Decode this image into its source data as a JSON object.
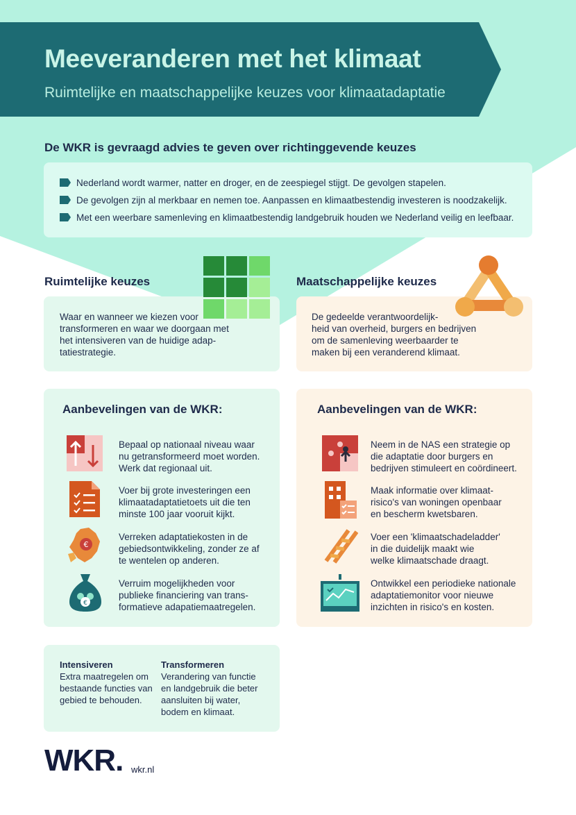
{
  "header": {
    "title": "Meeveranderen met het klimaat",
    "subtitle": "Ruimtelijke en maatschappelijke keuzes voor klimaatadaptatie"
  },
  "intro": {
    "heading": "De WKR is gevraagd advies te geven over richtinggevende keuzes",
    "bullets": [
      "Nederland wordt warmer, natter en droger, en de zeespiegel stijgt. De gevolgen stapelen.",
      "De gevolgen zijn al merkbaar en nemen toe. Aanpassen en klimaatbestendig investeren is noodzakelijk.",
      "Met een weerbare samenleving en klimaatbestendig landgebruik houden we Nederland veilig en leefbaar."
    ]
  },
  "spatial": {
    "heading": "Ruimtelijke keuzes",
    "lines": [
      "Waar en wanneer we kiezen voor",
      "transformeren en waar we doorgaan met",
      "het intensiveren van de huidige adap-",
      "tatiestrategie."
    ],
    "reco_title": "Aanbevelingen van de WKR:",
    "recos": [
      {
        "icon": "arrows-up-down-icon",
        "lines": [
          "Bepaal op nationaal niveau waar",
          "nu getransformeerd moet worden.",
          "Werk dat regionaal uit."
        ]
      },
      {
        "icon": "checklist-document-icon",
        "lines": [
          "Voer bij grote investeringen een",
          "klimaatadaptatietoets uit die ten",
          "minste 100 jaar vooruit kijkt."
        ]
      },
      {
        "icon": "netherlands-map-euro-icon",
        "lines": [
          "Verreken adaptatiekosten in de",
          "gebiedsontwikkeling, zonder ze af",
          "te wentelen op anderen."
        ]
      },
      {
        "icon": "money-bag-icon",
        "lines": [
          "Verruim mogelijkheden voor",
          "publieke financiering van trans-",
          "formatieve adapatiemaatregelen."
        ]
      }
    ]
  },
  "social": {
    "heading": "Maatschappelijke keuzes",
    "lines": [
      "De gedeelde verantwoordelijk-",
      "heid van overheid, burgers en bedrijven",
      "om de samenleving weerbaarder te",
      "maken bij een veranderend klimaat."
    ],
    "reco_title": "Aanbevelingen van de WKR:",
    "recos": [
      {
        "icon": "puzzle-people-icon",
        "lines": [
          "Neem in de NAS een strategie op",
          "die adaptatie door burgers en",
          "bedrijven stimuleert en coördineert."
        ]
      },
      {
        "icon": "building-checklist-icon",
        "lines": [
          "Maak informatie over klimaat-",
          "risico's van woningen openbaar",
          "en bescherm kwetsbaren."
        ]
      },
      {
        "icon": "ladder-icon",
        "lines": [
          "Voer een 'klimaatschadeladder'",
          "in die duidelijk maakt wie",
          "welke klimaatschade draagt."
        ]
      },
      {
        "icon": "monitor-board-icon",
        "lines": [
          "Ontwikkel een periodieke nationale",
          "adaptatiemonitor voor nieuwe",
          "inzichten in risico's en kosten."
        ]
      }
    ]
  },
  "definitions": [
    {
      "term": "Intensiveren",
      "lines": [
        "Extra maatregelen om",
        "bestaande functies van",
        "gebied te behouden."
      ]
    },
    {
      "term": "Transformeren",
      "lines": [
        "Verandering van functie",
        "en landgebruik die beter",
        "aansluiten bij water,",
        "bodem en klimaat."
      ]
    }
  ],
  "footer": {
    "logo": "WKR.",
    "url": "wkr.nl"
  },
  "colors": {
    "banner": "#1d6b73",
    "mint": "#b5f2e0",
    "panel_green": "#e3f8ee",
    "panel_peach": "#fdf3e6",
    "grid_dark": "#268a38",
    "grid_light": "#8ee57c",
    "accent_orange": "#e8893a",
    "accent_red": "#c9403a"
  }
}
